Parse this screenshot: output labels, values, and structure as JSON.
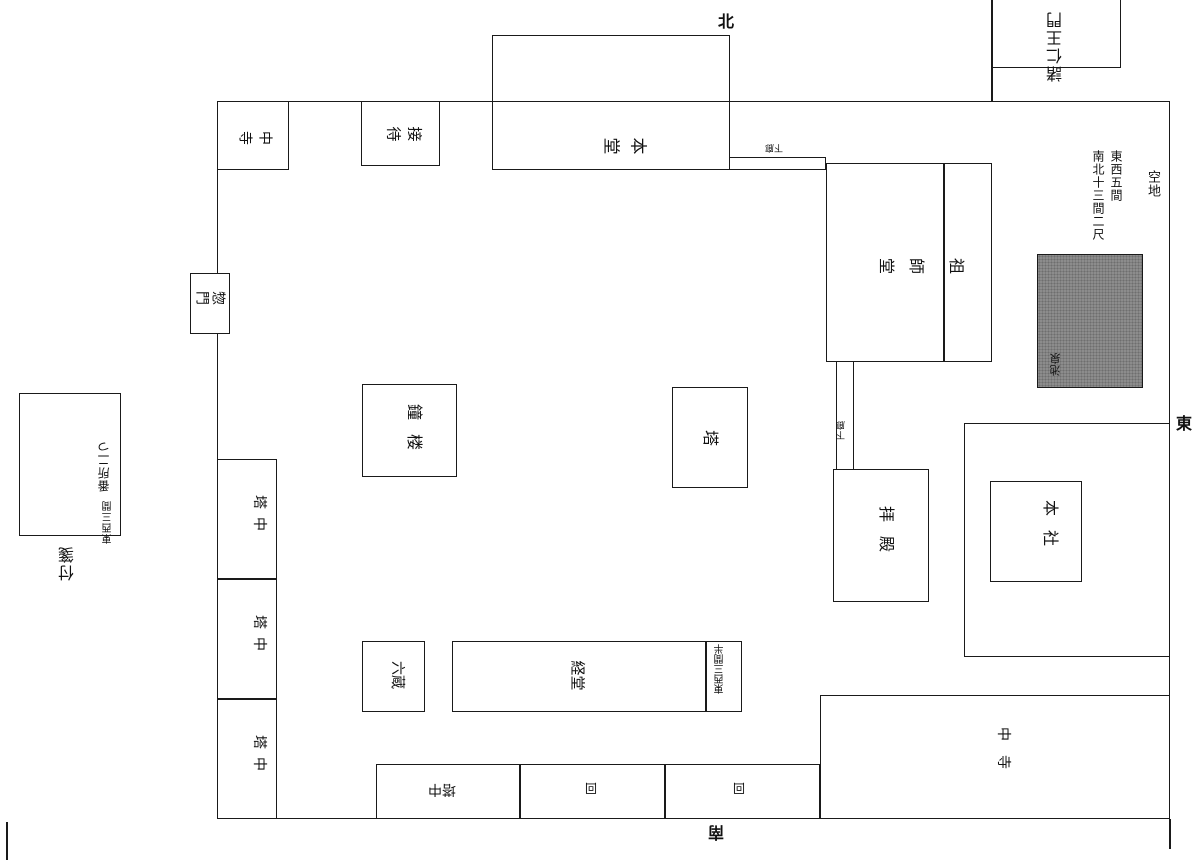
{
  "directions": {
    "north": "北",
    "east": "東",
    "south": "南"
  },
  "buildings": {
    "hondo": "本堂",
    "setsutai": "接待",
    "chuuji_nw": "中寺",
    "somon": "惣門",
    "shoro": "鐘楼",
    "to": "塔",
    "soshido_1": "祖",
    "soshido_2": "師",
    "soshido_3": "堂",
    "haiden": "拝殿",
    "honsha": "本社",
    "rouka_upper": "下廊",
    "rouka_middle": "下廊",
    "tatchu_1": "塔中",
    "tatchu_2": "塔中",
    "tatchu_3": "塔中",
    "tatchu_south": "塔中",
    "kai_1": "回",
    "kai_2": "回",
    "rikuzo": "六蔵",
    "kyodo": "経堂",
    "chuuji_se": "中寺",
    "top_right": "諸仁王門",
    "pond": "池泉",
    "kyodo_note": "東西三間半",
    "akichi": "空地",
    "akichi_note_1": "東西五間",
    "akichi_note_2": "南北十三間二尺"
  },
  "fusen": {
    "caption": "付箋",
    "note_main": "番所二つ",
    "note_sub": "東西三間"
  }
}
